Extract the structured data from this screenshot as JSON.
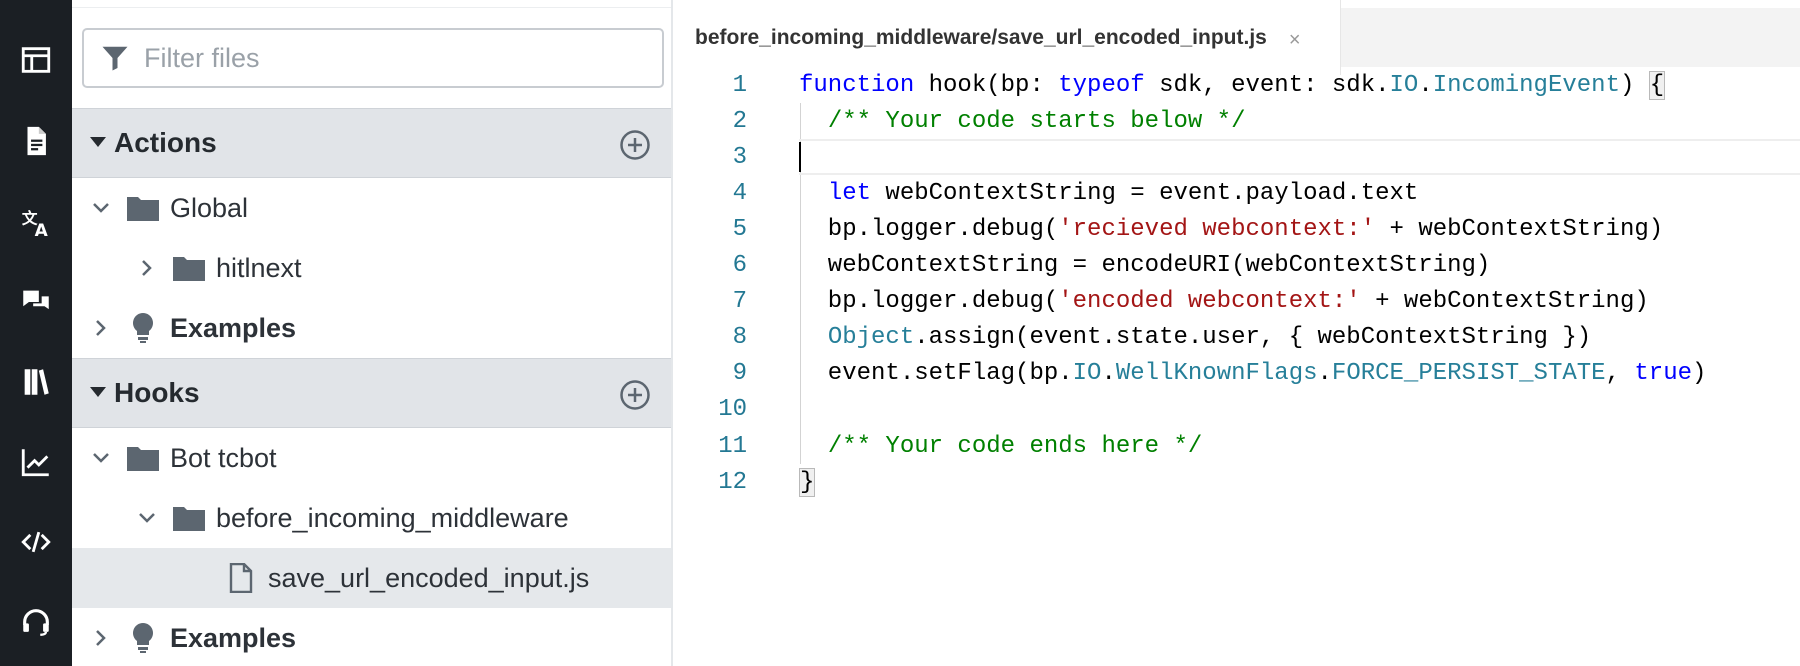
{
  "sidebar_rail": {
    "icons": [
      "layout-icon",
      "document-icon",
      "translate-icon",
      "chat-icon",
      "library-icon",
      "analytics-icon",
      "code-icon",
      "support-icon"
    ]
  },
  "explorer": {
    "filter_placeholder": "Filter files",
    "sections": [
      {
        "title": "Actions",
        "rows": [
          {
            "label": "Global",
            "kind": "folder",
            "expanded": true
          },
          {
            "label": "hitlnext",
            "kind": "folder",
            "expanded": false
          },
          {
            "label": "Examples",
            "kind": "examples",
            "expanded": false
          }
        ]
      },
      {
        "title": "Hooks",
        "rows": [
          {
            "label": "Bot tcbot",
            "kind": "folder",
            "expanded": true
          },
          {
            "label": "before_incoming_middleware",
            "kind": "folder",
            "expanded": true
          },
          {
            "label": "save_url_encoded_input.js",
            "kind": "file",
            "selected": true
          },
          {
            "label": "Examples",
            "kind": "examples",
            "expanded": false
          }
        ]
      }
    ]
  },
  "editor": {
    "tab_label": "before_incoming_middleware/save_url_encoded_input.js",
    "tab_close": "×",
    "line_numbers": [
      "1",
      "2",
      "3",
      "4",
      "5",
      "6",
      "7",
      "8",
      "9",
      "10",
      "11",
      "12"
    ],
    "colors": {
      "keyword": "#0000ff",
      "type": "#267f99",
      "string": "#a31515",
      "comment": "#008000",
      "line_number": "#237893"
    },
    "lines": [
      [
        {
          "t": "function",
          "c": "kw"
        },
        {
          "t": " hook(bp: "
        },
        {
          "t": "typeof",
          "c": "kw"
        },
        {
          "t": " sdk, event: sdk."
        },
        {
          "t": "IO",
          "c": "ty"
        },
        {
          "t": "."
        },
        {
          "t": "IncomingEvent",
          "c": "ty"
        },
        {
          "t": ") "
        },
        {
          "t": "{",
          "c": "brace"
        }
      ],
      [
        {
          "t": "  "
        },
        {
          "t": "/** Your code starts below */",
          "c": "cm"
        }
      ],
      [],
      [
        {
          "t": "  "
        },
        {
          "t": "let",
          "c": "kw"
        },
        {
          "t": " webContextString = event.payload.text"
        }
      ],
      [
        {
          "t": "  bp.logger.debug("
        },
        {
          "t": "'recieved webcontext:'",
          "c": "str"
        },
        {
          "t": " + webContextString)"
        }
      ],
      [
        {
          "t": "  webContextString = encodeURI(webContextString)"
        }
      ],
      [
        {
          "t": "  bp.logger.debug("
        },
        {
          "t": "'encoded webcontext:'",
          "c": "str"
        },
        {
          "t": " + webContextString)"
        }
      ],
      [
        {
          "t": "  "
        },
        {
          "t": "Object",
          "c": "ty"
        },
        {
          "t": ".assign(event.state.user, { webContextString })"
        }
      ],
      [
        {
          "t": "  event.setFlag(bp."
        },
        {
          "t": "IO",
          "c": "ty"
        },
        {
          "t": "."
        },
        {
          "t": "WellKnownFlags",
          "c": "ty"
        },
        {
          "t": "."
        },
        {
          "t": "FORCE_PERSIST_STATE",
          "c": "ty"
        },
        {
          "t": ", "
        },
        {
          "t": "true",
          "c": "kw"
        },
        {
          "t": ")"
        }
      ],
      [],
      [
        {
          "t": "  "
        },
        {
          "t": "/** Your code ends here */",
          "c": "cm"
        }
      ],
      [
        {
          "t": "}",
          "c": "brace"
        }
      ]
    ]
  }
}
